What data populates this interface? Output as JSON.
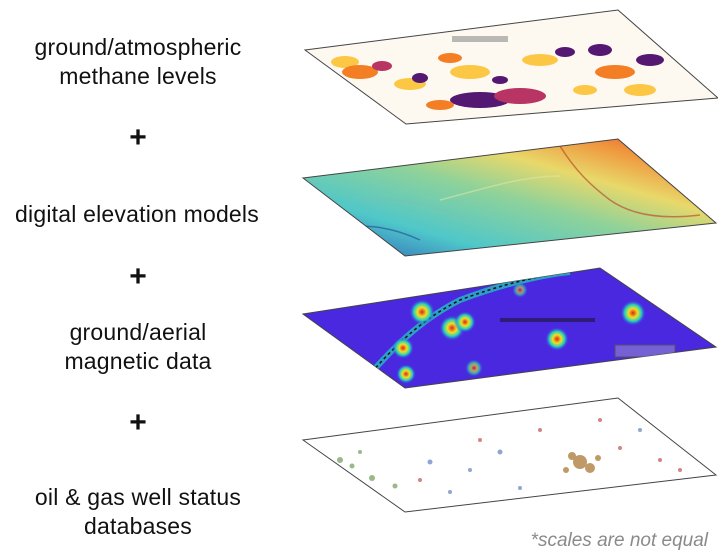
{
  "layers": [
    {
      "label_lines": [
        "ground/atmospheric",
        "methane levels"
      ],
      "icon": "methane-map",
      "background": "#fdf9f0",
      "accents": [
        "#4b0c6b",
        "#f37819",
        "#fcc53a",
        "#b52a5a"
      ]
    },
    {
      "label_lines": [
        "digital elevation models"
      ],
      "icon": "elevation-map",
      "background": "#4fc7c9",
      "accents": [
        "#2a56b8",
        "#e8d86a",
        "#f0943c",
        "#d8433a"
      ]
    },
    {
      "label_lines": [
        "ground/aerial",
        "magnetic data"
      ],
      "icon": "magnetic-map",
      "background": "#4a28e0",
      "accents": [
        "#e02020",
        "#20d0c0",
        "#101010"
      ]
    },
    {
      "label_lines": [
        "oil & gas well status",
        "databases"
      ],
      "icon": "wells-map",
      "background": "#ffffff",
      "accents": [
        "#b08040",
        "#7aa060",
        "#6080c0",
        "#c05050"
      ]
    }
  ],
  "operator": "+",
  "footnote": "*scales are not equal"
}
